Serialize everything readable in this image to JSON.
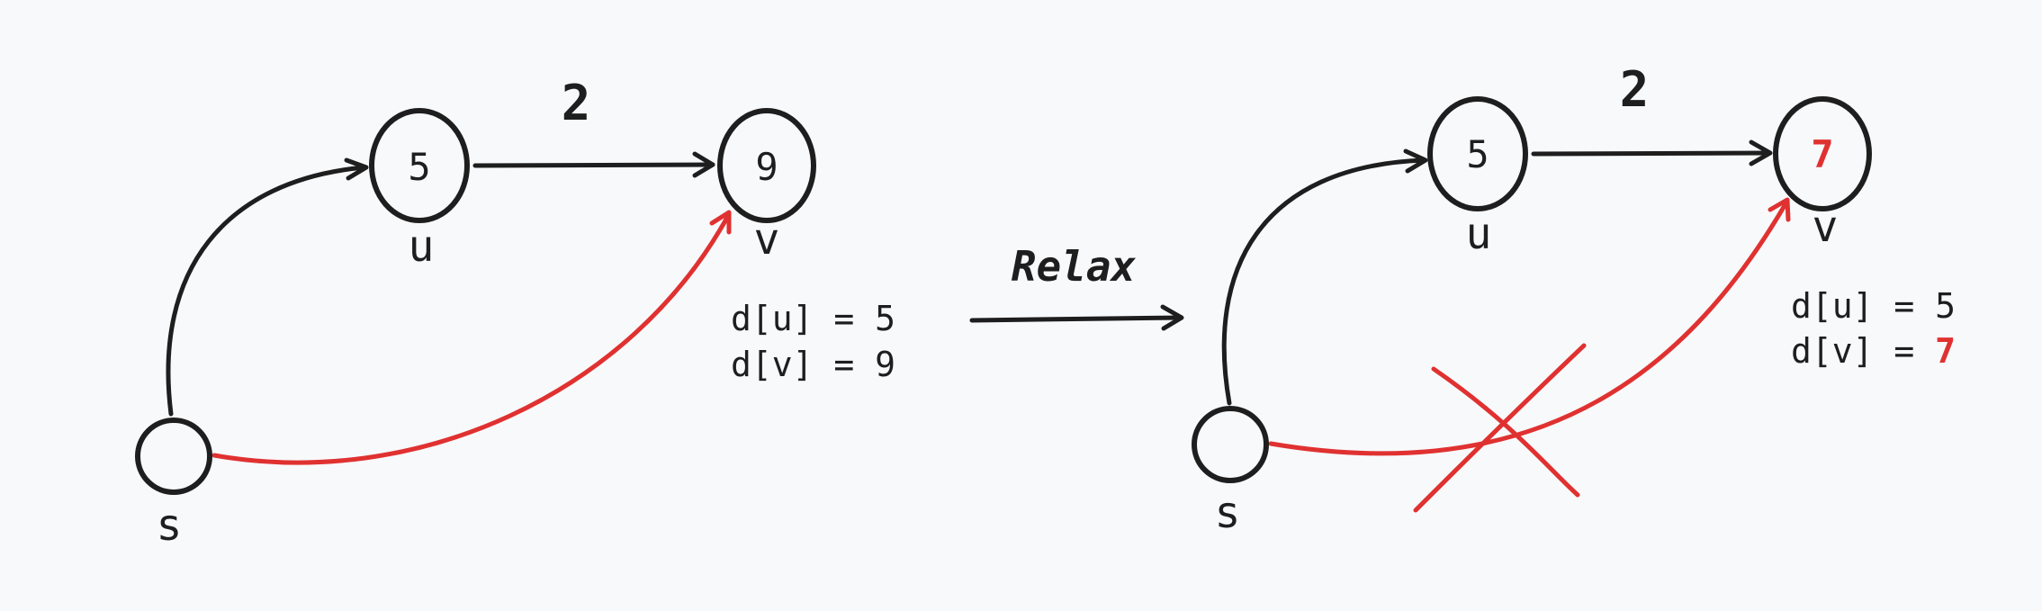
{
  "colors": {
    "ink": "#1e1e1e",
    "accent": "#e03131",
    "background": "#f8f9fb"
  },
  "before": {
    "source_label": "s",
    "u": {
      "name": "u",
      "value": "5"
    },
    "v": {
      "name": "v",
      "value": "9"
    },
    "edge_uv_weight": "2",
    "dist_u": "d[u] = 5",
    "dist_v": "d[v] = 9"
  },
  "transition": {
    "label": "Relax"
  },
  "after": {
    "source_label": "s",
    "u": {
      "name": "u",
      "value": "5"
    },
    "v": {
      "name": "v",
      "value": "7"
    },
    "edge_uv_weight": "2",
    "dist_u": "d[u] = 5",
    "dist_v_prefix": "d[v] = ",
    "dist_v_value": "7"
  }
}
